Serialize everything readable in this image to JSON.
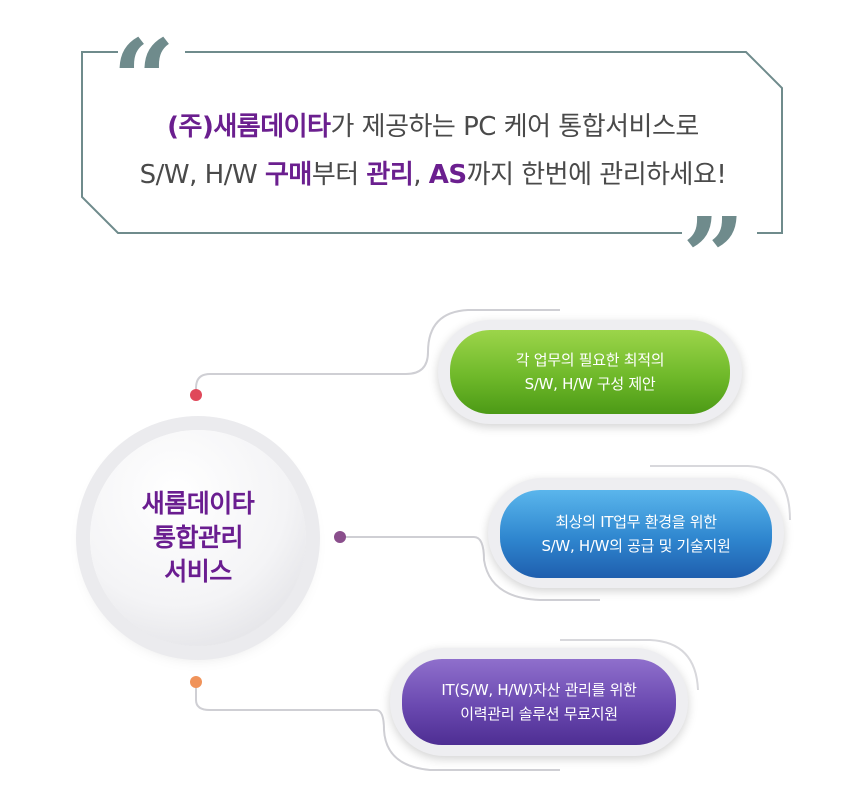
{
  "quote": {
    "line1": {
      "highlight": "(주)새롬데이타",
      "rest": "가 제공하는 PC 케어 통합서비스로"
    },
    "line2": {
      "part1": "S/W, H/W ",
      "hl1": "구매",
      "part2": "부터 ",
      "hl2": "관리",
      "part3": ", ",
      "hl3": "AS",
      "part4": "까지 한번에 관리하세요!"
    },
    "open_mark": "“",
    "close_mark": "”"
  },
  "center": {
    "line1": "새롬데이타",
    "line2": "통합관리",
    "line3": "서비스"
  },
  "services": [
    {
      "line1": "각 업무의 필요한 최적의",
      "line2": "S/W, H/W 구성 제안"
    },
    {
      "line1": "최상의 IT업무 환경을 위한",
      "line2": "S/W, H/W의 공급 및 기술지원"
    },
    {
      "line1": "IT(S/W, H/W)자산 관리를 위한",
      "line2": "이력관리 솔루션 무료지원"
    }
  ],
  "colors": {
    "accent": "#6b1f8f",
    "quote_mark": "#6f8b8c",
    "green": "#6fb92a",
    "blue": "#2f86cf",
    "purple": "#6a49b0",
    "dot_red": "#e0485a",
    "dot_purple": "#8a4e8c",
    "dot_orange": "#f0935a"
  }
}
